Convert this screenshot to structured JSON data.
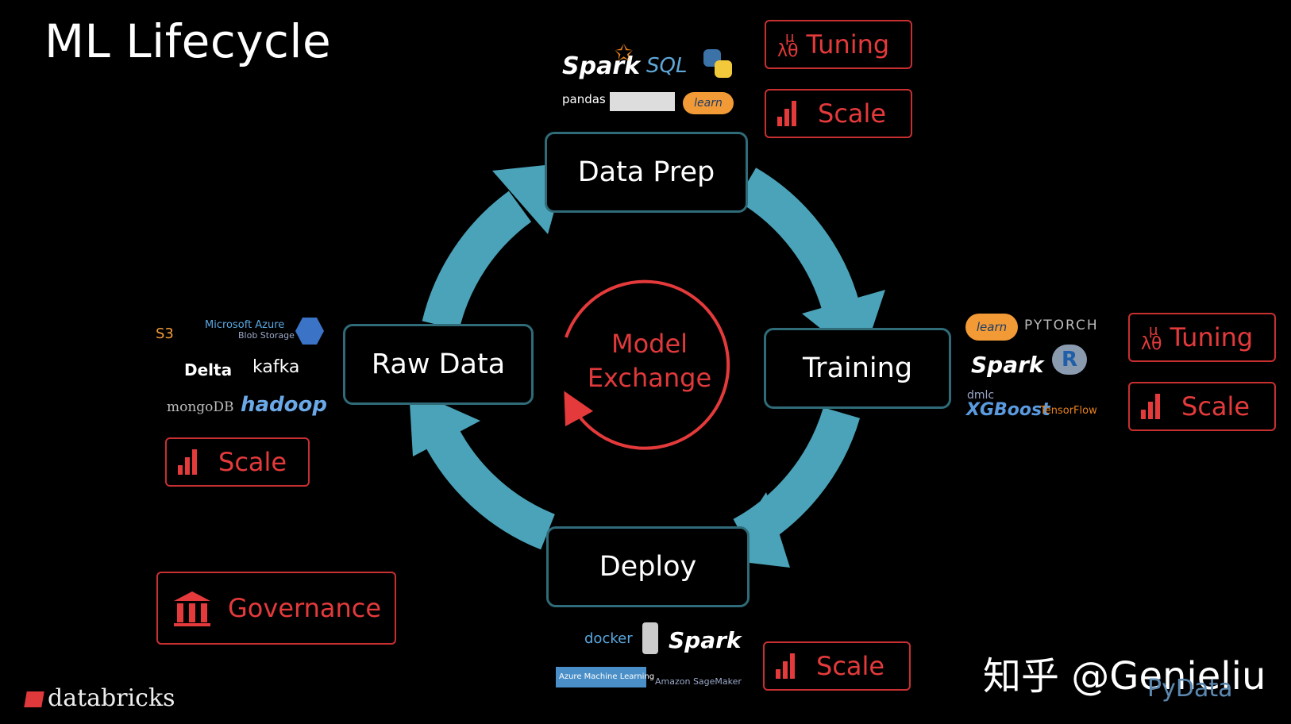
{
  "title": "ML Lifecycle",
  "stages": {
    "data_prep": "Data Prep",
    "training": "Training",
    "deploy": "Deploy",
    "raw_data": "Raw Data"
  },
  "center": {
    "line1": "Model",
    "line2": "Exchange"
  },
  "tags": {
    "tuning": "Tuning",
    "scale": "Scale",
    "governance": "Governance",
    "tuning_symbol_top": "μ",
    "tuning_symbol_bottom": "λθ"
  },
  "logos": {
    "data_prep": [
      "Spark",
      "SQL",
      "python",
      "pandas",
      "learn"
    ],
    "training": [
      "learn",
      "PYTORCH",
      "Spark",
      "R",
      "dmlc",
      "XGBoost",
      "TensorFlow"
    ],
    "deploy": [
      "docker",
      "Spark",
      "Azure Machine Learning",
      "Amazon SageMaker"
    ],
    "raw_data": [
      "S3",
      "Microsoft Azure",
      "Blob Storage",
      "Delta",
      "kafka",
      "mongoDB",
      "hadoop"
    ]
  },
  "footer": {
    "brand": "databricks",
    "watermark": "知乎 @Genieliu",
    "pydata": "PyData"
  },
  "colors": {
    "background": "#000000",
    "arrow": "#4aa3b8",
    "accent_red": "#e43a3b",
    "stage_border": "#2f6b78"
  }
}
